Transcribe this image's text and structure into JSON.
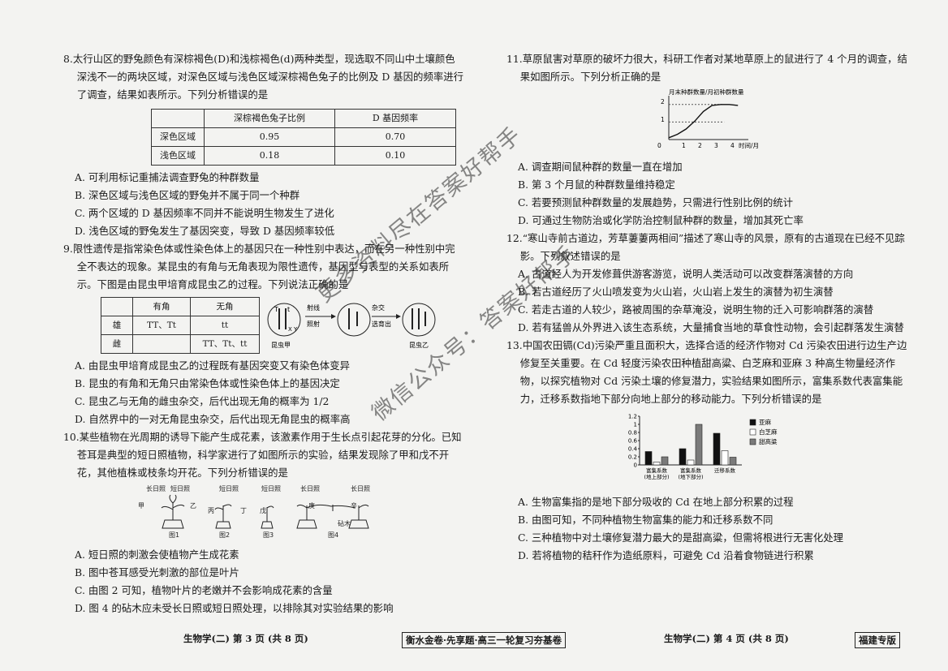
{
  "q8": {
    "stem": "8.太行山区的野兔颜色有深棕褐色(D)和浅棕褐色(d)两种类型，现选取不同山中土壤颜色深浅不一的两块区域，对深色区域与浅色区域深棕褐色兔子的比例及 D 基因的频率进行了调查，结果如表所示。下列分析错误的是",
    "table": {
      "headers": [
        "",
        "深棕褐色兔子比例",
        "D 基因频率"
      ],
      "rows": [
        [
          "深色区域",
          "0.95",
          "0.70"
        ],
        [
          "浅色区域",
          "0.18",
          "0.10"
        ]
      ]
    },
    "options": [
      "A. 可利用标记重捕法调查野兔的种群数量",
      "B. 深色区域与浅色区域的野兔并不属于同一个种群",
      "C. 两个区域的 D 基因频率不同并不能说明生物发生了进化",
      "D. 浅色区域的野兔发生了基因突变，导致 D 基因频率较低"
    ]
  },
  "q9": {
    "stem": "9.限性遗传是指常染色体或性染色体上的基因只在一种性别中表达，而在另一种性别中完全不表达的现象。某昆虫的有角与无角表现为限性遗传，基因型与表型的关系如表所示。下图是由昆虫甲培育成昆虫乙的过程。下列说法正确的是",
    "table": {
      "headers": [
        "",
        "有角",
        "无角"
      ],
      "rows": [
        [
          "雄",
          "TT、Tt",
          "tt"
        ],
        [
          "雌",
          "",
          "TT、Tt、tt"
        ]
      ]
    },
    "figure": {
      "step1": [
        "射线",
        "照射"
      ],
      "step2": [
        "杂交",
        "选育出"
      ],
      "label_a": "昆虫甲",
      "label_b": "昆虫乙",
      "genes": [
        "T",
        "t",
        "X",
        "Y"
      ]
    },
    "options": [
      "A. 由昆虫甲培育成昆虫乙的过程既有基因突变又有染色体变异",
      "B. 昆虫的有角和无角只由常染色体或性染色体上的基因决定",
      "C. 昆虫乙与无角的雌虫杂交，后代出现无角的概率为 1/2",
      "D. 自然界中的一对无角昆虫杂交，后代出现无角昆虫的概率高"
    ]
  },
  "q10": {
    "stem": "10.某些植物在光周期的诱导下能产生成花素，该激素作用于生长点引起花芽的分化。已知苍耳是典型的短日照植物，科学家进行了如图所示的实验，结果发现除了甲和戊不开花，其他植株或枝条均开花。下列分析错误的是",
    "figure": {
      "long_day": "长日照",
      "short_day": "短日照",
      "plants": [
        "甲",
        "乙",
        "丙",
        "丁",
        "戊",
        "庚",
        "辛"
      ],
      "rootstock": "砧木",
      "captions": [
        "图1",
        "图2",
        "图3",
        "图4"
      ]
    },
    "options": [
      "A. 短日照的刺激会使植物产生成花素",
      "B. 图中苍耳感受光刺激的部位是叶片",
      "C. 由图 2 可知，植物叶片的老嫩并不会影响成花素的含量",
      "D. 图 4 的砧木应未受长日照或短日照处理，以排除其对实验结果的影响"
    ]
  },
  "q11": {
    "stem": "11.草原鼠害对草原的破坏力很大，科研工作者对某地草原上的鼠进行了 4 个月的调查，结果如图所示。下列分析正确的是",
    "chart": {
      "ylabel": "月末种群数量/月初种群数量",
      "xlabel": "时间/月",
      "x_ticks": [
        "0",
        "1",
        "2",
        "3",
        "4"
      ],
      "y_ticks": [
        "1",
        "2"
      ]
    },
    "options": [
      "A. 调查期间鼠种群的数量一直在增加",
      "B. 第 3 个月鼠的种群数量维持稳定",
      "C. 若要预测鼠种群数量的发展趋势，只需进行性别比例的统计",
      "D. 可通过生物防治或化学防治控制鼠种群的数量，增加其死亡率"
    ]
  },
  "q12": {
    "stem": "12.“寒山寺前古道边，芳草萋萋两相间”描述了寒山寺的风景，原有的古道现在已经不见踪影。下列叙述错误的是",
    "options": [
      "A. 古道经人为开发修葺供游客游览，说明人类活动可以改变群落演替的方向",
      "B. 若古道经历了火山喷发变为火山岩，火山岩上发生的演替为初生演替",
      "C. 若走古道的人较少，路被周围的杂草淹没，说明生物的迁入可影响群落的演替",
      "D. 若有猛兽从外界进入该生态系统，大量捕食当地的草食性动物，会引起群落发生演替"
    ]
  },
  "q13": {
    "stem": "13.中国农田镉(Cd)污染严重且面积大，选择合适的经济作物对 Cd 污染农田进行边生产边修复至关重要。在 Cd 轻度污染农田种植甜高粱、白芝麻和亚麻 3 种高生物量经济作物，以探究植物对 Cd 污染土壤的修复潜力，实验结果如图所示，富集系数代表富集能力，迁移系数指地下部分向地上部分的移动能力。下列分析错误的是",
    "options": [
      "A. 生物富集指的是地下部分吸收的 Cd 在地上部分积累的过程",
      "B. 由图可知，不同种植物生物富集的能力和迁移系数不同",
      "C. 三种植物中对土壤修复潜力最大的是甜高粱，但需将根进行无害化处理",
      "D. 若将植物的秸秆作为造纸原料，可避免 Cd 沿着食物链进行积累"
    ]
  },
  "chart_data": [
    {
      "type": "line",
      "title": "",
      "ylabel": "月末种群数量/月初种群数量",
      "xlabel": "时间/月",
      "x": [
        0,
        0.5,
        1,
        1.5,
        2,
        2.5,
        3,
        3.5,
        4
      ],
      "y": [
        0.1,
        0.3,
        0.6,
        1.05,
        1.6,
        1.95,
        2.0,
        2.0,
        1.95
      ],
      "xlim": [
        0,
        4.6
      ],
      "ylim": [
        0,
        2.5
      ],
      "reference_lines": [
        1,
        2
      ]
    },
    {
      "type": "bar",
      "title": "",
      "categories": [
        "富集系数\n(地上部分)",
        "富集系数\n(地下部分)",
        "迁移系数"
      ],
      "series": [
        {
          "name": "亚麻",
          "values": [
            0.33,
            0.4,
            0.78
          ],
          "color": "#111111"
        },
        {
          "name": "白芝麻",
          "values": [
            0.07,
            0.12,
            0.35
          ],
          "color": "#ffffff"
        },
        {
          "name": "甜高粱",
          "values": [
            0.2,
            1.0,
            0.19
          ],
          "color": "#7a7a7a"
        }
      ],
      "y_ticks": [
        "0",
        "0.2",
        "0.4",
        "0.6",
        "0.8",
        "1",
        "1.2"
      ],
      "ylim": [
        0,
        1.2
      ],
      "legend": "right"
    }
  ],
  "footer": {
    "left": "生物学(二) 第 3 页 (共 8 页)",
    "center": "衡水金卷·先享题·高三一轮复习夯基卷",
    "right": "生物学(二) 第 4 页 (共 8 页)",
    "badge": "福建专版"
  },
  "watermark": {
    "line1": "更多资料尽在答案好帮手",
    "line2": "微信公众号：答案好帮手"
  }
}
